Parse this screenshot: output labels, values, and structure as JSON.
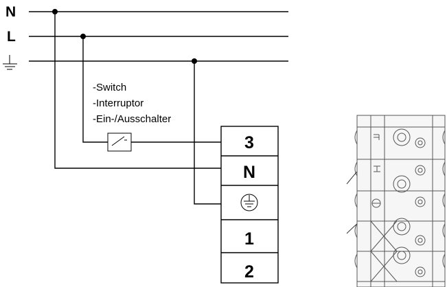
{
  "rails": {
    "n_label": "N",
    "l_label": "L",
    "ground_symbol": "earth-ground-icon"
  },
  "switch": {
    "labels": [
      "-Switch",
      "-Interruptor",
      "-Ein-/Ausschalter"
    ],
    "symbol": "switch-icon"
  },
  "terminal_block": {
    "terminals": [
      {
        "label": "3"
      },
      {
        "label": "N"
      },
      {
        "label": "",
        "icon": "protective-earth-icon"
      },
      {
        "label": "1"
      },
      {
        "label": "2"
      }
    ]
  },
  "connector_illustration": {
    "icon": "terminal-connector-illustration"
  }
}
